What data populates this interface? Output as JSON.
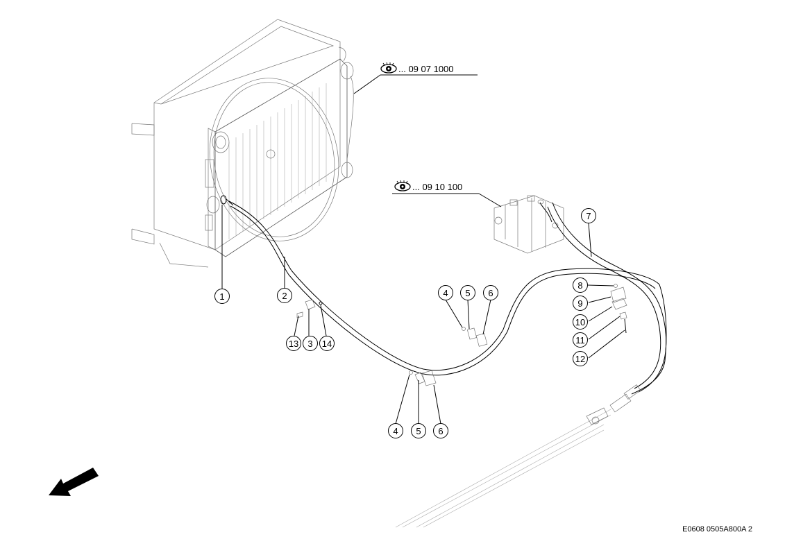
{
  "references": [
    {
      "id": "ref-1",
      "text": "... 09  07 1000"
    },
    {
      "id": "ref-2",
      "text": "... 09 10 100"
    }
  ],
  "callouts": [
    {
      "id": "c1",
      "label": "1"
    },
    {
      "id": "c2",
      "label": "2"
    },
    {
      "id": "c3",
      "label": "3"
    },
    {
      "id": "c4a",
      "label": "4"
    },
    {
      "id": "c4b",
      "label": "4"
    },
    {
      "id": "c5a",
      "label": "5"
    },
    {
      "id": "c5b",
      "label": "5"
    },
    {
      "id": "c6a",
      "label": "6"
    },
    {
      "id": "c6b",
      "label": "6"
    },
    {
      "id": "c7",
      "label": "7"
    },
    {
      "id": "c8",
      "label": "8"
    },
    {
      "id": "c9",
      "label": "9"
    },
    {
      "id": "c10",
      "label": "10"
    },
    {
      "id": "c11",
      "label": "11"
    },
    {
      "id": "c12",
      "label": "12"
    },
    {
      "id": "c13",
      "label": "13"
    },
    {
      "id": "c14",
      "label": "14"
    }
  ],
  "drawing_code": "E0608 0505A800A 2",
  "icons": {
    "reference": "eye-icon",
    "direction": "arrow-icon"
  }
}
